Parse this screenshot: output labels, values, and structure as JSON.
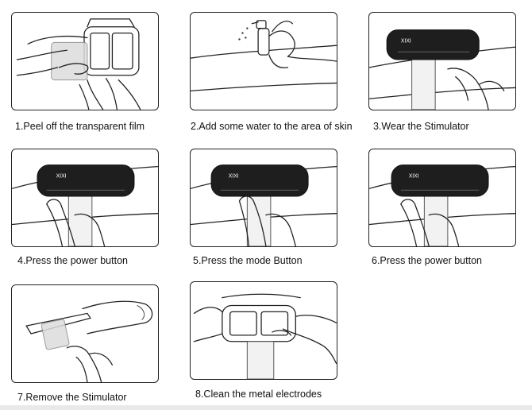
{
  "steps": [
    {
      "caption": "1.Peel off the transparent film",
      "illustration": "peel-film"
    },
    {
      "caption": "2.Add some water to the area of skin",
      "illustration": "spray-water"
    },
    {
      "caption": "3.Wear the Stimulator",
      "illustration": "wear-device"
    },
    {
      "caption": "4.Press the power button",
      "illustration": "press-button"
    },
    {
      "caption": "5.Press the mode Button",
      "illustration": "press-button"
    },
    {
      "caption": "6.Press the power button",
      "illustration": "press-button"
    },
    {
      "caption": "7.Remove the Stimulator",
      "illustration": "remove-device"
    },
    {
      "caption": "8.Clean the metal electrodes",
      "illustration": "clean-electrodes"
    }
  ],
  "device": {
    "logo_text": "XIXI"
  }
}
